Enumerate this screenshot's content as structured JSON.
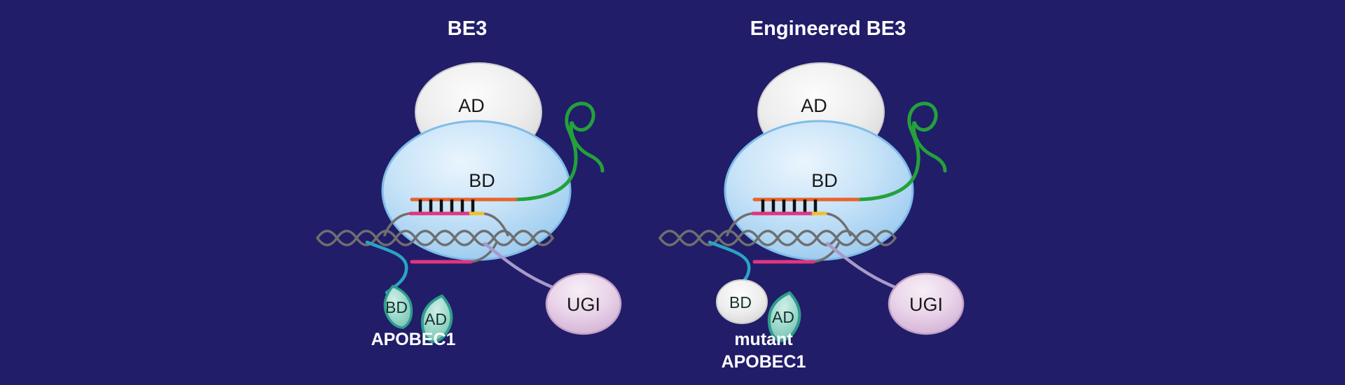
{
  "colors": {
    "background": "#211d69",
    "dna_gray": "#6f6f6f",
    "guide_rna_orange": "#e8632b",
    "edited_strand_pink": "#e0357e",
    "pam_yellow": "#f0c030",
    "sgrna_green": "#23a13b",
    "linker_cyan": "#2ba3c4",
    "linker_purple": "#a79ac8",
    "base_pair_black": "#111111",
    "bd_protein_fill": "#c9e4f8",
    "ad_domain_fill": "#ededed",
    "apobec_teal": "#a3dccf",
    "ugi_pink": "#e9d4e9"
  },
  "panels": [
    {
      "title": "BE3",
      "cas9": {
        "ad_label": "AD",
        "bd_label": "BD"
      },
      "apobec1": {
        "bd_label": "BD",
        "ad_label": "AD",
        "name_line1": "APOBEC1",
        "name_line2": ""
      },
      "ugi_label": "UGI"
    },
    {
      "title": "Engineered BE3",
      "cas9": {
        "ad_label": "AD",
        "bd_label": "BD"
      },
      "apobec1": {
        "bd_label": "BD",
        "ad_label": "AD",
        "name_line1": "mutant",
        "name_line2": "APOBEC1"
      },
      "ugi_label": "UGI"
    }
  ]
}
